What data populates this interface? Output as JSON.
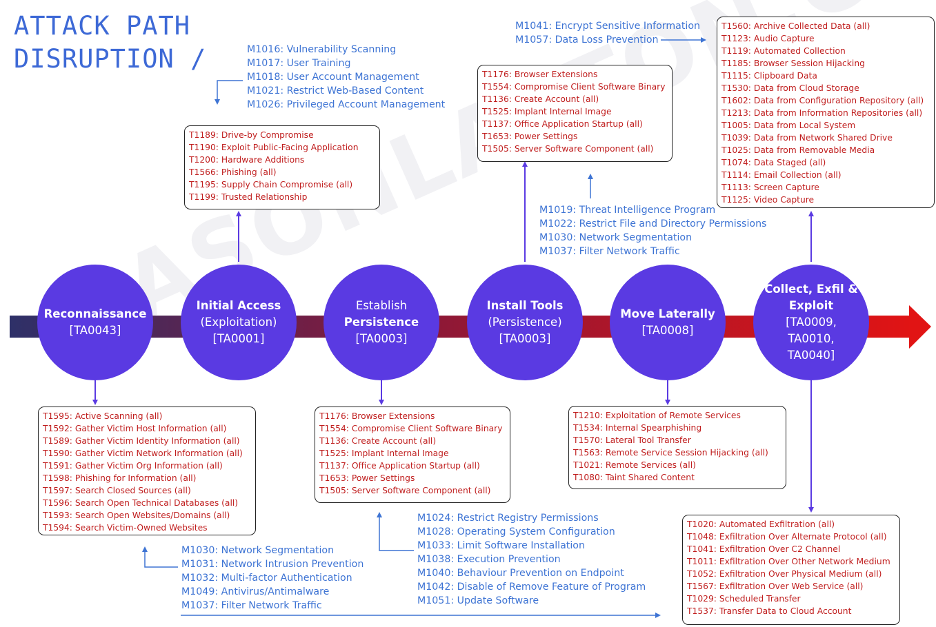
{
  "title": {
    "line1": "ATTACK PATH",
    "line2": "DISRUPTION /"
  },
  "watermark": "JASONLAYTON.COM",
  "stages": [
    {
      "bold": "Reconnaissance",
      "normal": "[TA0043]"
    },
    {
      "bold": "Initial Access",
      "normal": "(Exploitation)\n[TA0001]"
    },
    {
      "pre": "Establish",
      "bold": "Persistence",
      "normal": "[TA0003]"
    },
    {
      "bold": "Install Tools",
      "normal": "(Persistence)\n[TA0003]"
    },
    {
      "bold": "Move Laterally",
      "normal": "[TA0008]"
    },
    {
      "bold": "Collect, Exfil &\nExploit",
      "normal": "[TA0009,\nTA0010,\nTA0040]"
    }
  ],
  "technique_boxes": {
    "recon": [
      "T1595: Active Scanning (all)",
      "T1592: Gather Victim Host Information (all)",
      "T1589: Gather Victim Identity Information (all)",
      "T1590: Gather Victim Network Information (all)",
      "T1591: Gather Victim Org Information (all)",
      "T1598: Phishing for Information (all)",
      "T1597: Search Closed Sources (all)",
      "T1596: Search Open Technical Databases (all)",
      "T1593: Search Open Websites/Domains (all)",
      "T1594: Search Victim-Owned Websites"
    ],
    "initial_access": [
      "T1189: Drive-by Compromise",
      "T1190: Exploit Public-Facing Application",
      "T1200: Hardware Additions",
      "T1566: Phishing (all)",
      "T1195: Supply Chain Compromise (all)",
      "T1199: Trusted Relationship"
    ],
    "persistence": [
      "T1176: Browser Extensions",
      "T1554: Compromise Client Software Binary",
      "T1136: Create Account (all)",
      "T1525: Implant Internal Image",
      "T1137: Office Application Startup (all)",
      "T1653: Power Settings",
      "T1505: Server Software Component (all)"
    ],
    "install_tools": [
      "T1176: Browser Extensions",
      "T1554: Compromise Client Software Binary",
      "T1136: Create Account (all)",
      "T1525: Implant Internal Image",
      "T1137: Office Application Startup (all)",
      "T1653: Power Settings",
      "T1505: Server Software Component (all)"
    ],
    "lateral": [
      "T1210: Exploitation of Remote Services",
      "T1534: Internal Spearphishing",
      "T1570: Lateral Tool Transfer",
      "T1563: Remote Service Session Hijacking (all)",
      "T1021: Remote Services (all)",
      "T1080: Taint Shared Content"
    ],
    "collection": [
      "T1560: Archive Collected Data (all)",
      "T1123: Audio Capture",
      "T1119: Automated Collection",
      "T1185: Browser Session Hijacking",
      "T1115: Clipboard Data",
      "T1530: Data from Cloud Storage",
      "T1602: Data from Configuration Repository (all)",
      "T1213: Data from Information Repositories (all)",
      "T1005: Data from Local System",
      "T1039: Data from Network Shared Drive",
      "T1025: Data from Removable Media",
      "T1074: Data Staged (all)",
      "T1114: Email Collection (all)",
      "T1113: Screen Capture",
      "T1125: Video Capture"
    ],
    "exfil": [
      "T1020: Automated Exfiltration (all)",
      "T1048: Exfiltration Over Alternate Protocol (all)",
      "T1041: Exfiltration Over C2 Channel",
      "T1011: Exfiltration Over Other Network Medium",
      "T1052: Exfiltration Over Physical Medium (all)",
      "T1567: Exfiltration Over Web Service (all)",
      "T1029: Scheduled Transfer",
      "T1537: Transfer Data to Cloud Account"
    ]
  },
  "mitigations": {
    "initial_access": [
      "M1016: Vulnerability Scanning",
      "M1017: User Training",
      "M1018: User Account Management",
      "M1021: Restrict Web-Based Content",
      "M1026: Privileged Account Management"
    ],
    "collection": [
      "M1041: Encrypt Sensitive Information",
      "M1057: Data Loss Prevention"
    ],
    "install_tools": [
      "M1019: Threat Intelligence Program",
      "M1022: Restrict File and Directory Permissions",
      "M1030: Network Segmentation",
      "M1037: Filter Network Traffic"
    ],
    "recon_and_exfil": [
      "M1030: Network Segmentation",
      "M1031: Network Intrusion Prevention",
      "M1032: Multi-factor Authentication",
      "M1049: Antivirus/Antimalware",
      "M1037: Filter Network Traffic"
    ],
    "persistence": [
      "M1024: Restrict Registry Permissions",
      "M1028: Operating System Configuration",
      "M1033: Limit Software Installation",
      "M1038: Execution Prevention",
      "M1040: Behaviour Prevention on Endpoint",
      "M1042: Disable of Remove Feature of Program",
      "M1051: Update Software"
    ]
  },
  "colors": {
    "timeline_start": "#2e3068",
    "timeline_end": "#e11414",
    "circle": "#5a3ae2",
    "technique_text": "#c01e1e",
    "mitigation_text": "#3e74d4",
    "title": "#3d69d6"
  }
}
